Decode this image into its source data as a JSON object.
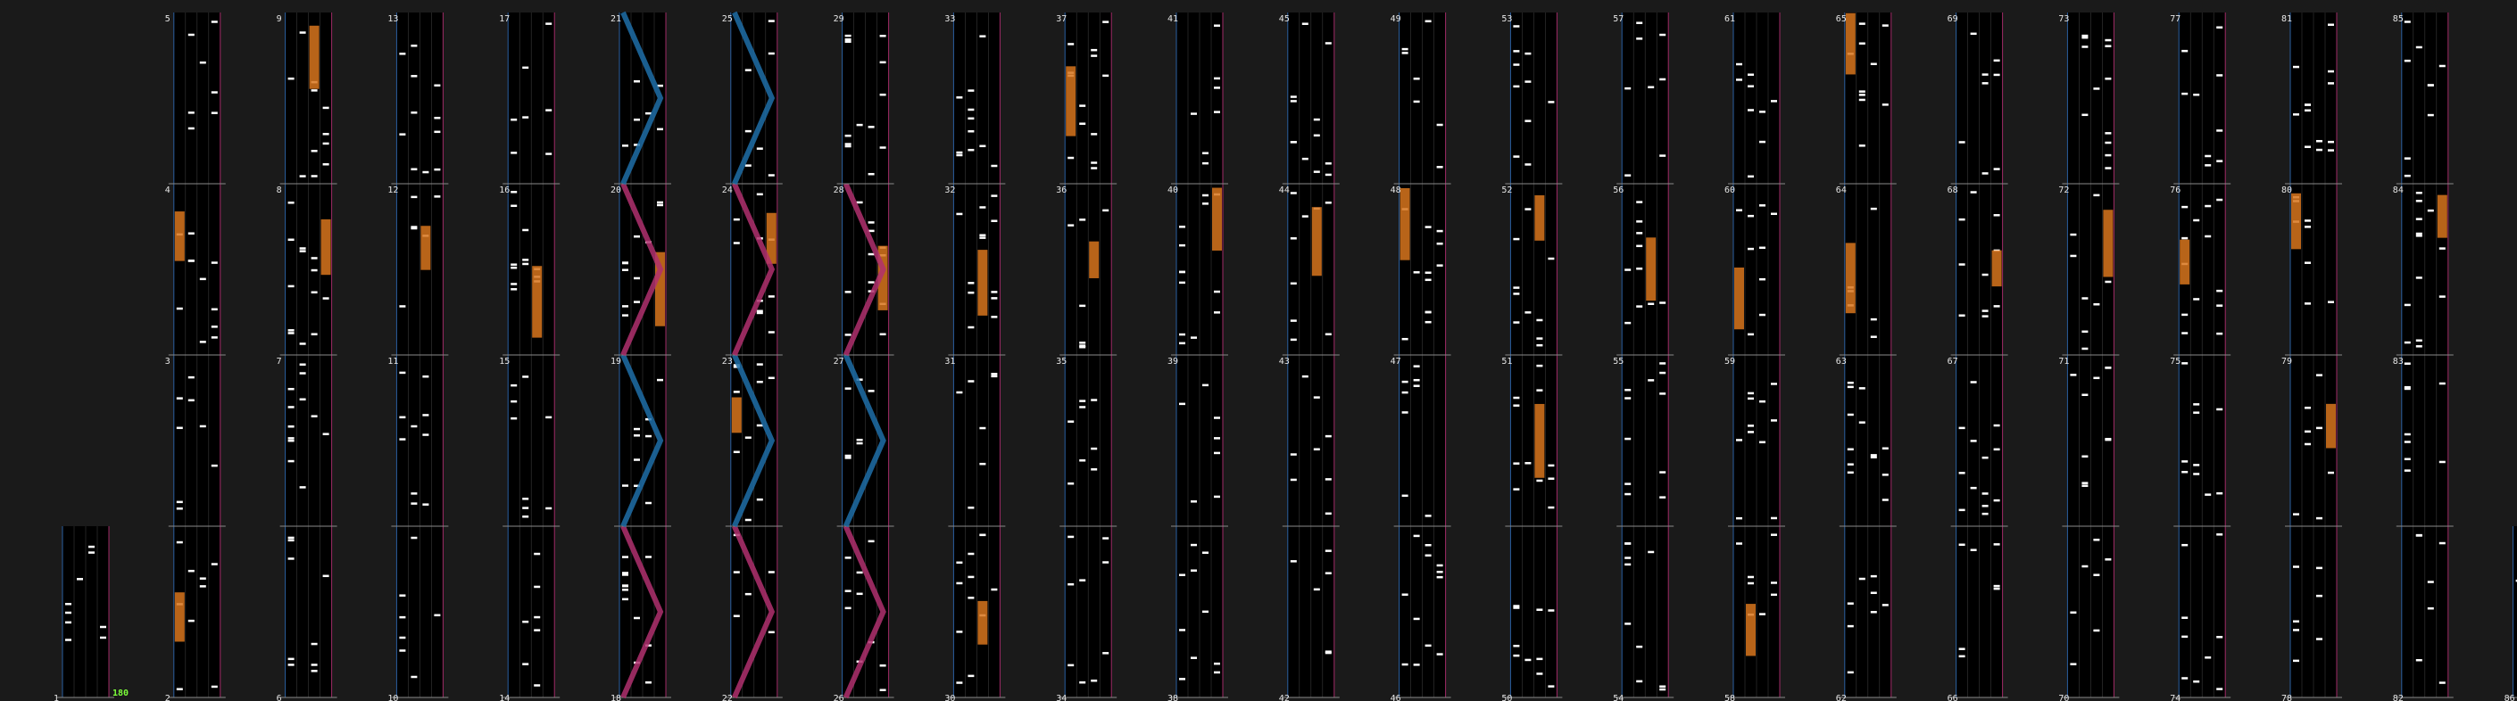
{
  "app": {
    "title": "Chart measure preview"
  },
  "bpm_label": "180",
  "colors": {
    "background": "#1a1a1a",
    "lane_bg": "#000000",
    "grid": "#3a3a3a",
    "measure_line": "#8a8a8a",
    "left_border": "#2a5fa0",
    "right_border": "#a02a66",
    "tap_note": "#ffffff",
    "hold_note": "#d8751d",
    "blue_slide": "#1f6fa8",
    "pink_slide": "#b0306e",
    "bpm_text": "#7cff3a",
    "label_text": "#e6e6e6"
  },
  "measures": [
    {
      "n": 1,
      "label": "1"
    },
    {
      "n": 2,
      "label": "2"
    },
    {
      "n": 3,
      "label": "3"
    },
    {
      "n": 4,
      "label": "4"
    },
    {
      "n": 5,
      "label": "5"
    },
    {
      "n": 6,
      "label": "6"
    },
    {
      "n": 7,
      "label": "7"
    },
    {
      "n": 8,
      "label": "8"
    },
    {
      "n": 9,
      "label": "9"
    },
    {
      "n": 10,
      "label": "10"
    },
    {
      "n": 11,
      "label": "11"
    },
    {
      "n": 12,
      "label": "12"
    },
    {
      "n": 13,
      "label": "13"
    },
    {
      "n": 14,
      "label": "14"
    },
    {
      "n": 15,
      "label": "15"
    },
    {
      "n": 16,
      "label": "16"
    },
    {
      "n": 17,
      "label": "17"
    },
    {
      "n": 18,
      "label": "18"
    },
    {
      "n": 19,
      "label": "19"
    },
    {
      "n": 20,
      "label": "20"
    },
    {
      "n": 21,
      "label": "21"
    },
    {
      "n": 22,
      "label": "22"
    },
    {
      "n": 23,
      "label": "23"
    },
    {
      "n": 24,
      "label": "24"
    },
    {
      "n": 25,
      "label": "25"
    },
    {
      "n": 26,
      "label": "26"
    },
    {
      "n": 27,
      "label": "27"
    },
    {
      "n": 28,
      "label": "28"
    },
    {
      "n": 29,
      "label": "29"
    },
    {
      "n": 30,
      "label": "30"
    },
    {
      "n": 31,
      "label": "31"
    },
    {
      "n": 32,
      "label": "32"
    },
    {
      "n": 33,
      "label": "33"
    },
    {
      "n": 34,
      "label": "34"
    },
    {
      "n": 35,
      "label": "35"
    },
    {
      "n": 36,
      "label": "36"
    },
    {
      "n": 37,
      "label": "37"
    },
    {
      "n": 38,
      "label": "38"
    },
    {
      "n": 39,
      "label": "39"
    },
    {
      "n": 40,
      "label": "40"
    },
    {
      "n": 41,
      "label": "41"
    },
    {
      "n": 42,
      "label": "42"
    },
    {
      "n": 43,
      "label": "43"
    },
    {
      "n": 44,
      "label": "44"
    },
    {
      "n": 45,
      "label": "45"
    },
    {
      "n": 46,
      "label": "46"
    },
    {
      "n": 47,
      "label": "47"
    },
    {
      "n": 48,
      "label": "48"
    },
    {
      "n": 49,
      "label": "49"
    },
    {
      "n": 50,
      "label": "50"
    },
    {
      "n": 51,
      "label": "51"
    },
    {
      "n": 52,
      "label": "52"
    },
    {
      "n": 53,
      "label": "53"
    },
    {
      "n": 54,
      "label": "54"
    },
    {
      "n": 55,
      "label": "55"
    },
    {
      "n": 56,
      "label": "56"
    },
    {
      "n": 57,
      "label": "57"
    },
    {
      "n": 58,
      "label": "58"
    },
    {
      "n": 59,
      "label": "59"
    },
    {
      "n": 60,
      "label": "60"
    },
    {
      "n": 61,
      "label": "61"
    },
    {
      "n": 62,
      "label": "62"
    },
    {
      "n": 63,
      "label": "63"
    },
    {
      "n": 64,
      "label": "64"
    },
    {
      "n": 65,
      "label": "65"
    },
    {
      "n": 66,
      "label": "66"
    },
    {
      "n": 67,
      "label": "67"
    },
    {
      "n": 68,
      "label": "68"
    },
    {
      "n": 69,
      "label": "69"
    },
    {
      "n": 70,
      "label": "70"
    },
    {
      "n": 71,
      "label": "71"
    },
    {
      "n": 72,
      "label": "72"
    },
    {
      "n": 73,
      "label": "73"
    },
    {
      "n": 74,
      "label": "74"
    },
    {
      "n": 75,
      "label": "75"
    },
    {
      "n": 76,
      "label": "76"
    },
    {
      "n": 77,
      "label": "77"
    },
    {
      "n": 78,
      "label": "78"
    },
    {
      "n": 79,
      "label": "79"
    },
    {
      "n": 80,
      "label": "80"
    },
    {
      "n": 81,
      "label": "81"
    },
    {
      "n": 82,
      "label": "82"
    },
    {
      "n": 83,
      "label": "83"
    },
    {
      "n": 84,
      "label": "84"
    },
    {
      "n": 85,
      "label": "85"
    },
    {
      "n": 86,
      "label": "86"
    }
  ]
}
